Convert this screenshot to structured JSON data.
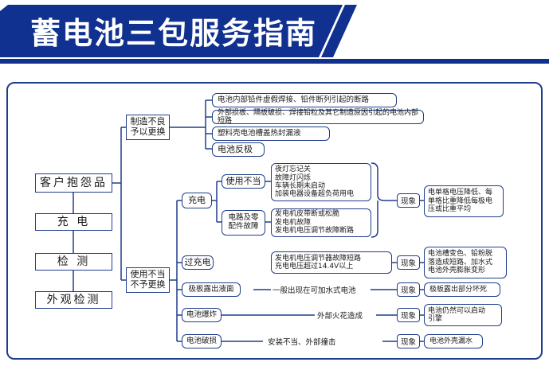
{
  "title": "蓄电池三包服务指南",
  "colors": {
    "banner": "#10318f",
    "line": "#1f3d8a",
    "text": "#1a1a1a"
  },
  "left": {
    "complaint": "客户抱怨品",
    "charge": "充 电",
    "inspect": "检 测",
    "visual": "外观检测"
  },
  "branch1": {
    "label": [
      "制造不良",
      "予以更换"
    ],
    "items": [
      "电池内部铅件虚假焊接、铅件断列引起的断路",
      "外部损板、隔板破损、焊接铅粒及其它制造原因引起的电池内部短路",
      "塑料壳电池槽盖热封漏液",
      "电池反极"
    ]
  },
  "branch2": {
    "label": [
      "使用不当",
      "不予更换"
    ],
    "charge": {
      "label": "充电",
      "misuse": {
        "label": "使用不当",
        "lines": [
          "夜灯忘记关",
          "故障灯闪烁",
          "车辆长期未启动",
          "加装电器设备超负荷用电"
        ]
      },
      "circuit": {
        "label": [
          "电路及零",
          "配件故障"
        ],
        "lines": [
          "发电机皮带断或松脆",
          "发电机故障",
          "发电机电压调节故障断路"
        ]
      },
      "tag": "现象",
      "result": [
        "电单格电压降低、每",
        "单格比重降低每极电",
        "压或比重平均"
      ]
    },
    "overcharge": {
      "label": "过充电",
      "cause": [
        "发电机电压调节器故障短路",
        "充电电压超过14.4V以上"
      ],
      "tag": "现象",
      "result": [
        "电池槽变色、铅粉脱",
        "落造成短路、加水式",
        "电池外壳膨胀变形"
      ]
    },
    "plate": {
      "label": "极板露出液面",
      "cause": "一般出现在可加水式电池",
      "tag": "现象",
      "result": "极板露出部分坏死"
    },
    "explode": {
      "label": "电池爆炸",
      "cause": "外部火花造成",
      "tag": "现象",
      "result": [
        "电池仍然可以启动",
        "引擎"
      ]
    },
    "damage": {
      "label": "电池破损",
      "cause": "安装不当、外部撞击",
      "tag": "现象",
      "result": "电池外壳漏水"
    }
  }
}
